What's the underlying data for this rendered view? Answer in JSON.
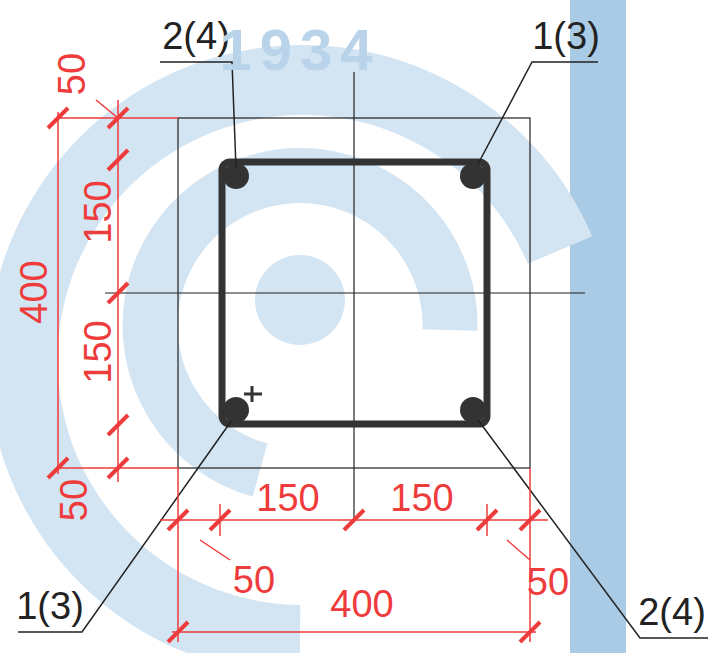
{
  "diagram": {
    "labels": [
      "2(4)",
      "1(3)",
      "1(3)",
      "2(4)",
      "50",
      "150",
      "150",
      "50",
      "400",
      "150",
      "150",
      "50",
      "50",
      "400",
      "1934"
    ]
  }
}
